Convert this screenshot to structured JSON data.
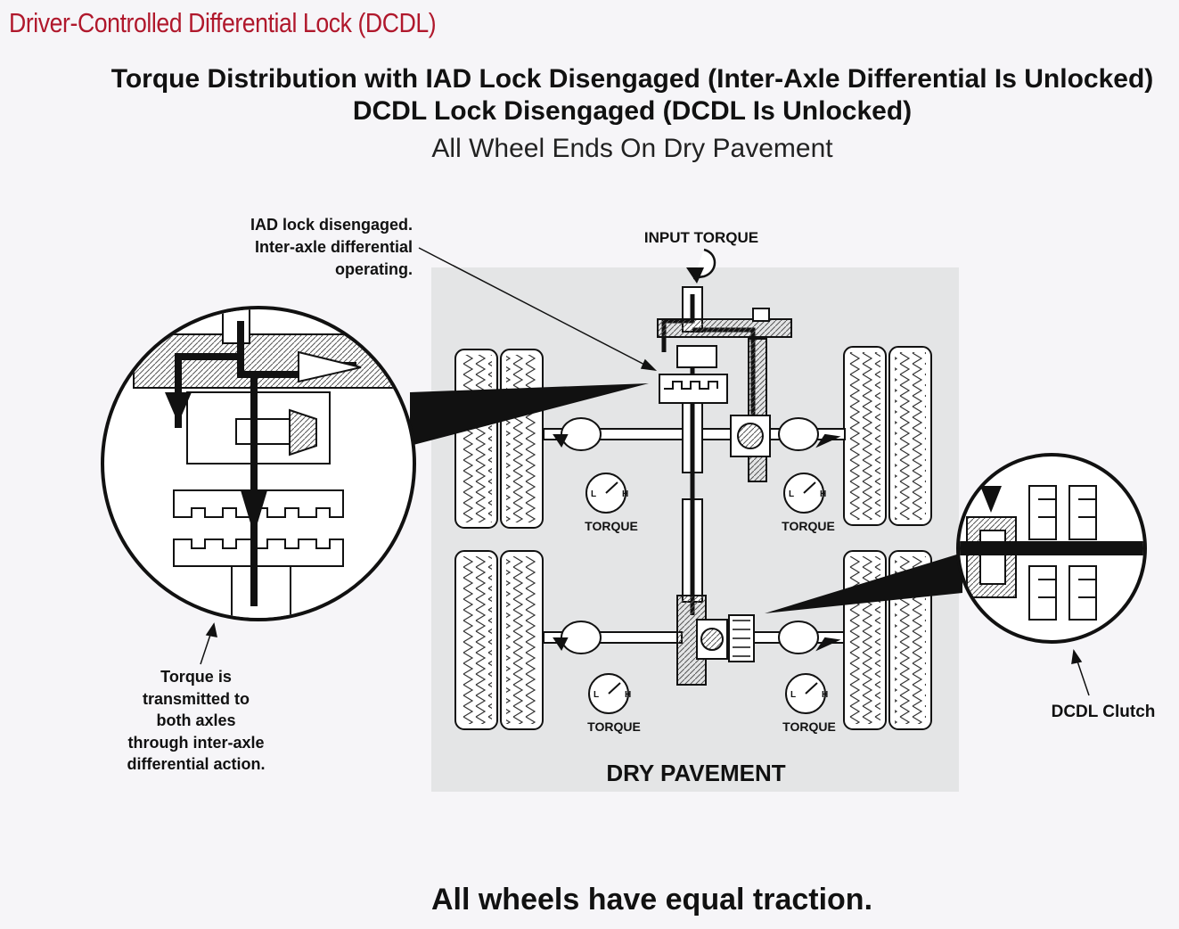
{
  "page_title": "Driver-Controlled Differential Lock (DCDL)",
  "heading": {
    "line1": "Torque Distribution with IAD Lock Disengaged (Inter-Axle Differential Is Unlocked)",
    "line2": "DCDL Lock Disengaged (DCDL Is Unlocked)",
    "line3": "All Wheel Ends On Dry Pavement"
  },
  "callouts": {
    "iad": [
      "IAD lock disengaged.",
      "Inter-axle differential",
      "operating."
    ],
    "input_torque": "INPUT TORQUE",
    "torque_transmitted": [
      "Torque is",
      "transmitted to",
      "both axles",
      "through inter-axle",
      "differential action."
    ],
    "dcdl_clutch": "DCDL Clutch"
  },
  "gauges": {
    "label": "TORQUE",
    "low": "L",
    "high": "H"
  },
  "surface_label": "DRY PAVEMENT",
  "footer": "All wheels have equal traction.",
  "colors": {
    "title_red": "#b0182c",
    "pavement": "#e4e5e6",
    "background": "#f6f5f8"
  }
}
